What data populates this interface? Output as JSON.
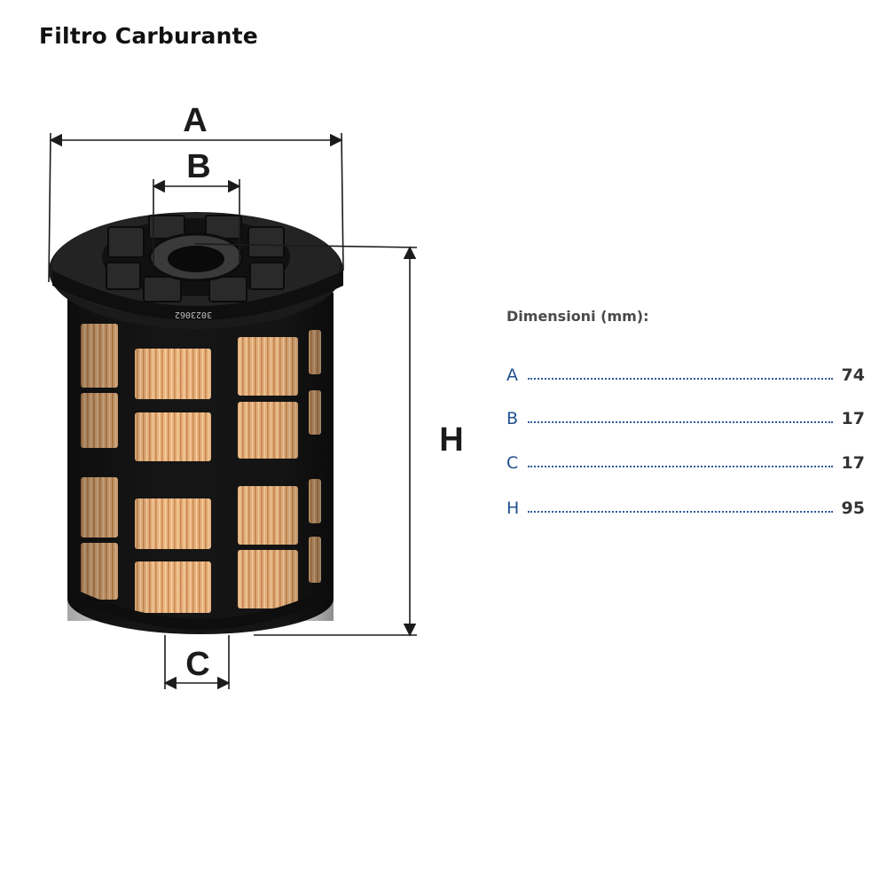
{
  "title": "Filtro Carburante",
  "dimension_labels": {
    "a": "A",
    "b": "B",
    "c": "C",
    "h": "H"
  },
  "dimensions": {
    "heading": "Dimensioni (mm):",
    "rows": [
      {
        "key": "A",
        "value": "74"
      },
      {
        "key": "B",
        "value": "17"
      },
      {
        "key": "C",
        "value": "17"
      },
      {
        "key": "H",
        "value": "95"
      }
    ]
  },
  "product_marking": "3023062",
  "colors": {
    "key_text": "#1f4f8f",
    "dots": "#2d5a9a",
    "filter_frame": "#151515",
    "filter_paper": "#e9b07a"
  }
}
